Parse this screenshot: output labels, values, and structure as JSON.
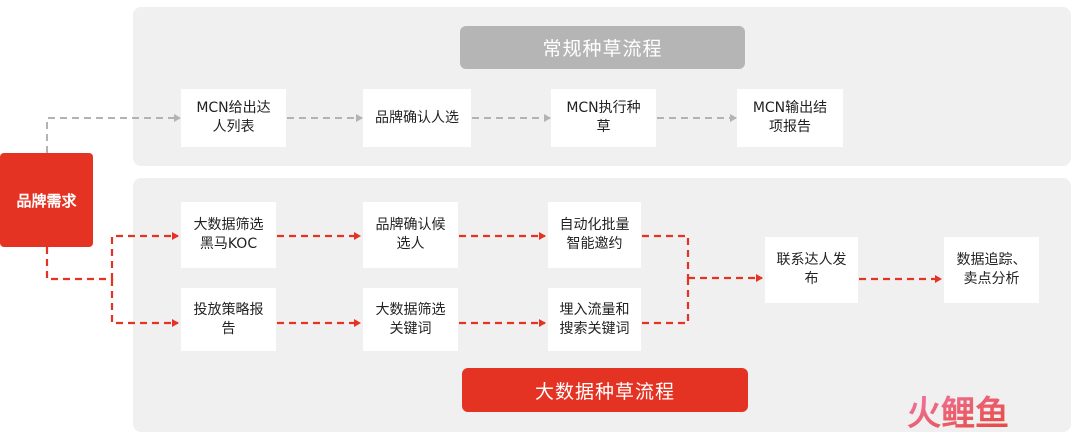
{
  "banners": {
    "regular_flow": "常规种草流程",
    "bigdata_flow": "大数据种草流程"
  },
  "start": {
    "label": "品牌需求"
  },
  "regular_flow": {
    "steps": [
      "MCN给出达人列表",
      "品牌确认人选",
      "MCN执行种草",
      "MCN输出结项报告"
    ]
  },
  "bigdata_flow": {
    "row1": [
      "大数据筛选黑马KOC",
      "品牌确认候选人",
      "自动化批量智能邀约"
    ],
    "row2": [
      "投放策略报告",
      "大数据筛选关键词",
      "埋入流量和搜索关键词"
    ],
    "merge": "联系达人发布",
    "final": "数据追踪、卖点分析"
  },
  "logo": {
    "text": "火鲤鱼"
  },
  "colors": {
    "accent_red": "#e53323",
    "gray_banner": "#b5b5b5",
    "panel_bg": "#f0f0f0",
    "gray_connector": "#b3b3b3"
  }
}
